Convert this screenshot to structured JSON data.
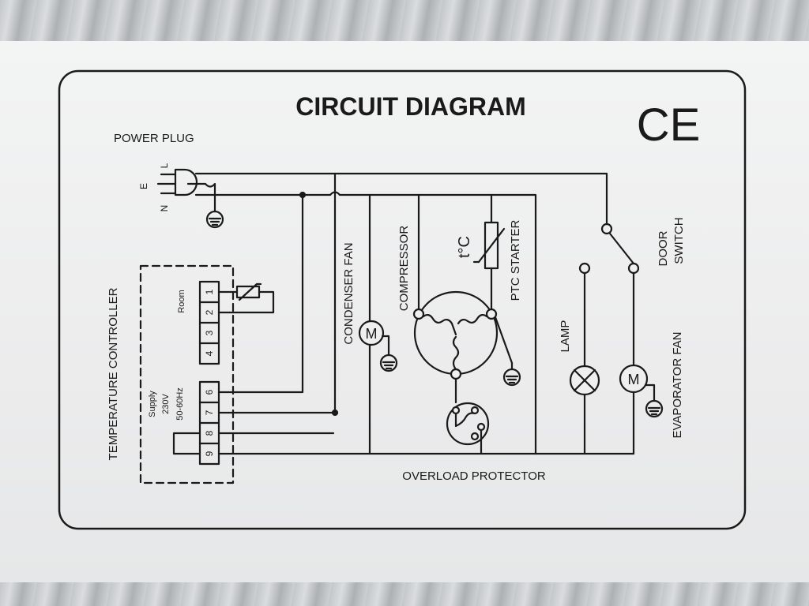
{
  "title": "CIRCUIT DIAGRAM",
  "ce_mark": "CE",
  "power_plug": {
    "label": "POWER PLUG",
    "pin_l": "L",
    "pin_e": "E",
    "pin_n": "N"
  },
  "temperature_controller": {
    "label": "TEMPERATURE CONTROLLER",
    "room_label": "Room",
    "supply_label": "Supply",
    "voltage_label": "230V",
    "frequency_label": "50-60Hz",
    "terminals": [
      "1",
      "2",
      "3",
      "4",
      "6",
      "7",
      "8",
      "9"
    ]
  },
  "components": {
    "condenser_fan": "CONDENSER FAN",
    "compressor": "COMPRESSOR",
    "ptc_starter": "PTC STARTER",
    "thermistor_symbol": "t°C",
    "overload_protector": "OVERLOAD PROTECTOR",
    "lamp": "LAMP",
    "door_switch_line1": "DOOR",
    "door_switch_line2": "SWITCH",
    "evaporator_fan": "EVAPORATOR FAN",
    "motor_symbol": "M"
  },
  "colors": {
    "ink": "#1a1a1a",
    "label_bg": "#efeff0"
  }
}
